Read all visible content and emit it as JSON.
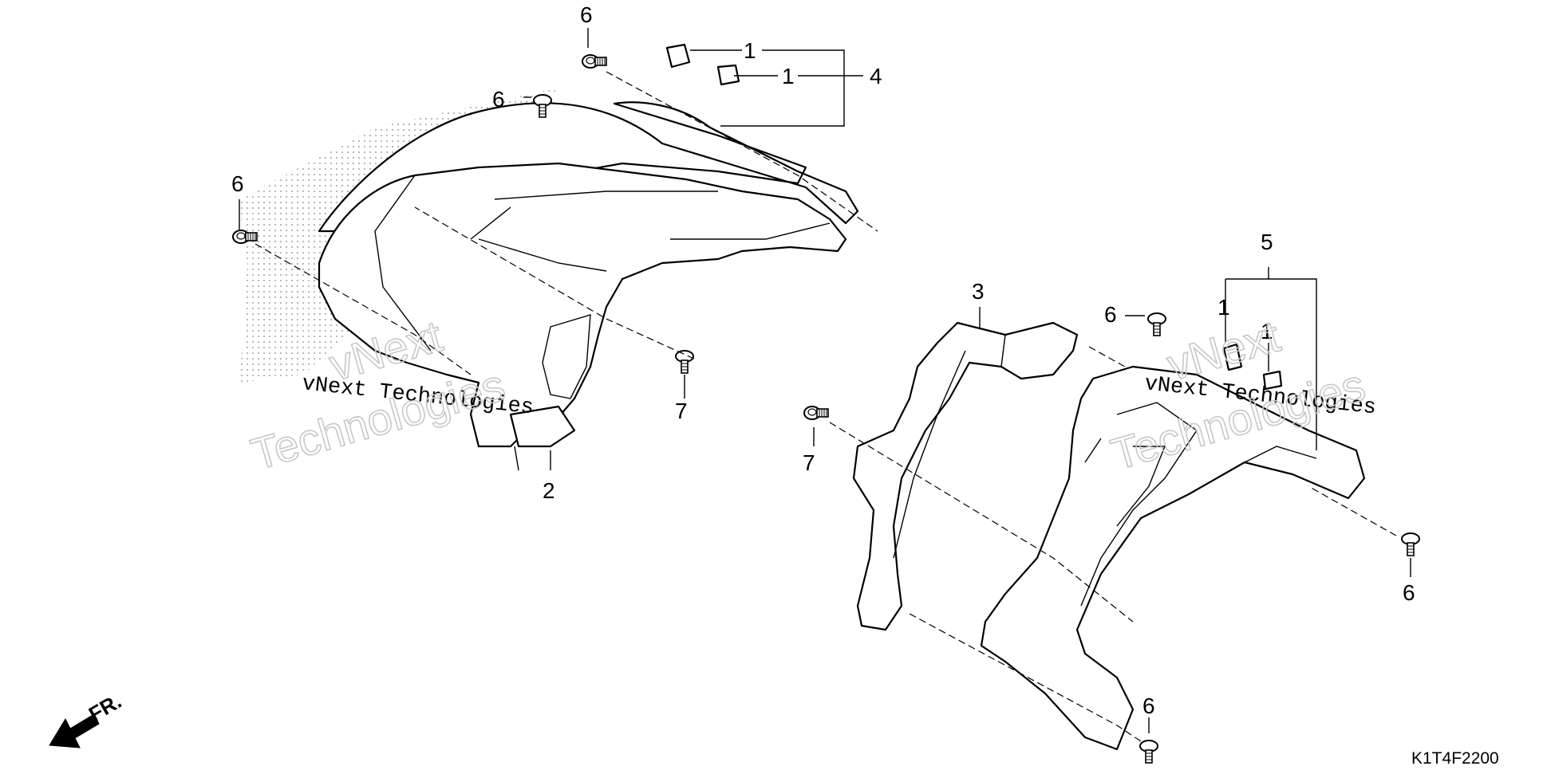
{
  "diagram_code": "K1T4F2200",
  "front_indicator": "FR.",
  "watermark": {
    "line1": "vNext Technologies",
    "big_word1": "vNext",
    "big_word2": "Technologies"
  },
  "callouts": {
    "c6_top": "6",
    "c6_left_upper": "6",
    "c6_left": "6",
    "c1_top": "1",
    "c1_mid": "1",
    "c4": "4",
    "c7_left": "7",
    "c2": "2",
    "c3": "3",
    "c6_center": "6",
    "c5": "5",
    "c1_right_a": "1",
    "c1_right_b": "1",
    "c7_center": "7",
    "c6_right": "6",
    "c6_bottom": "6"
  }
}
